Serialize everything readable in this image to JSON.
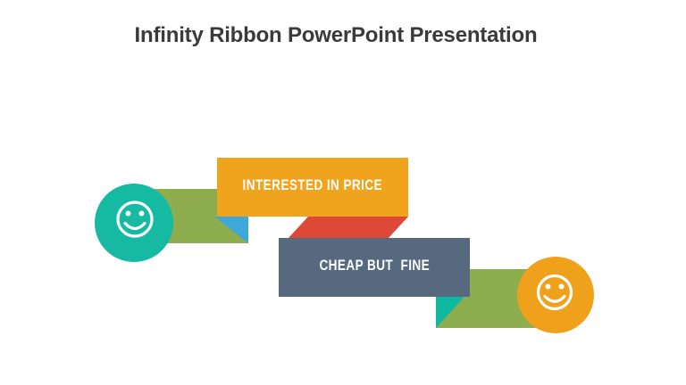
{
  "slide": {
    "title": "Infinity Ribbon PowerPoint Presentation",
    "title_color": "#3A3A3A",
    "background_color": "#FFFFFF",
    "icon_color": "#FFFFFF"
  },
  "banners": [
    {
      "label": "INTERESTED IN PRICE",
      "banner_color": "#F0A41E",
      "text_color": "#FFFFFF",
      "band_color": "#8EAD4F",
      "fold_color": "#3EA8DB",
      "icon": "smiley-face-icon",
      "icon_circle_color": "#16B9A1"
    },
    {
      "label": "CHEAP BUT  FINE",
      "banner_color": "#57697F",
      "text_color": "#FFFFFF",
      "band_color": "#8EAD4F",
      "fold_color": "#0EB8A1",
      "icon": "smiley-face-icon",
      "icon_circle_color": "#F0A11C"
    }
  ],
  "connector": {
    "color": "#DE4838"
  }
}
